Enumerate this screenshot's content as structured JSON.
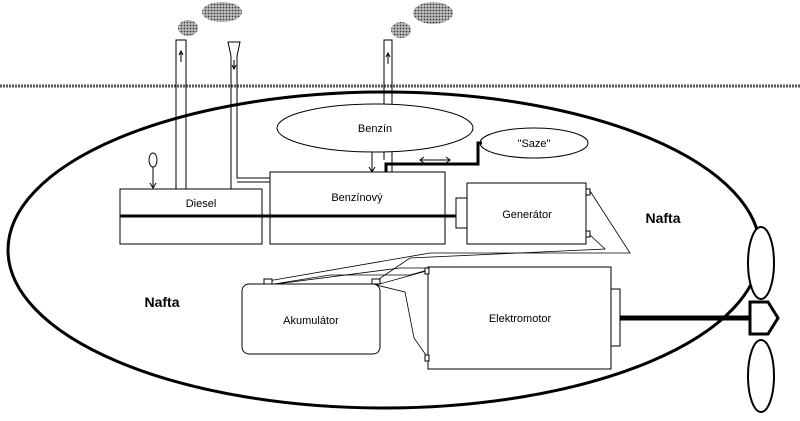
{
  "labels": {
    "benzin_tank": "Benzín",
    "saze": "\"Saze\"",
    "diesel": "Diesel",
    "benzinovy": "Benzínový",
    "generator": "Generátor",
    "nafta_right": "Nafta",
    "nafta_left": "Nafta",
    "akumulator": "Akumulátor",
    "elektromotor": "Elektromotor"
  },
  "colors": {
    "line": "#000000",
    "smoke": "#8a8a8a",
    "background": "#ffffff"
  }
}
